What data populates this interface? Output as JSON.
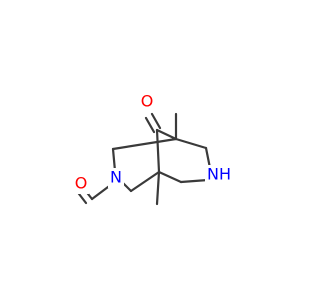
{
  "molecule": {
    "atoms": {
      "carbonyl_o_bridge": {
        "text": "O",
        "color": "#ff0000"
      },
      "amide_n": {
        "text": "N",
        "color": "#0000ff"
      },
      "amine_nh": {
        "text": "NH",
        "color": "#0000ff"
      },
      "formyl_o": {
        "text": "O",
        "color": "#ff0000"
      }
    },
    "bond_color": "#3a3a3a",
    "background": "#ffffff"
  }
}
